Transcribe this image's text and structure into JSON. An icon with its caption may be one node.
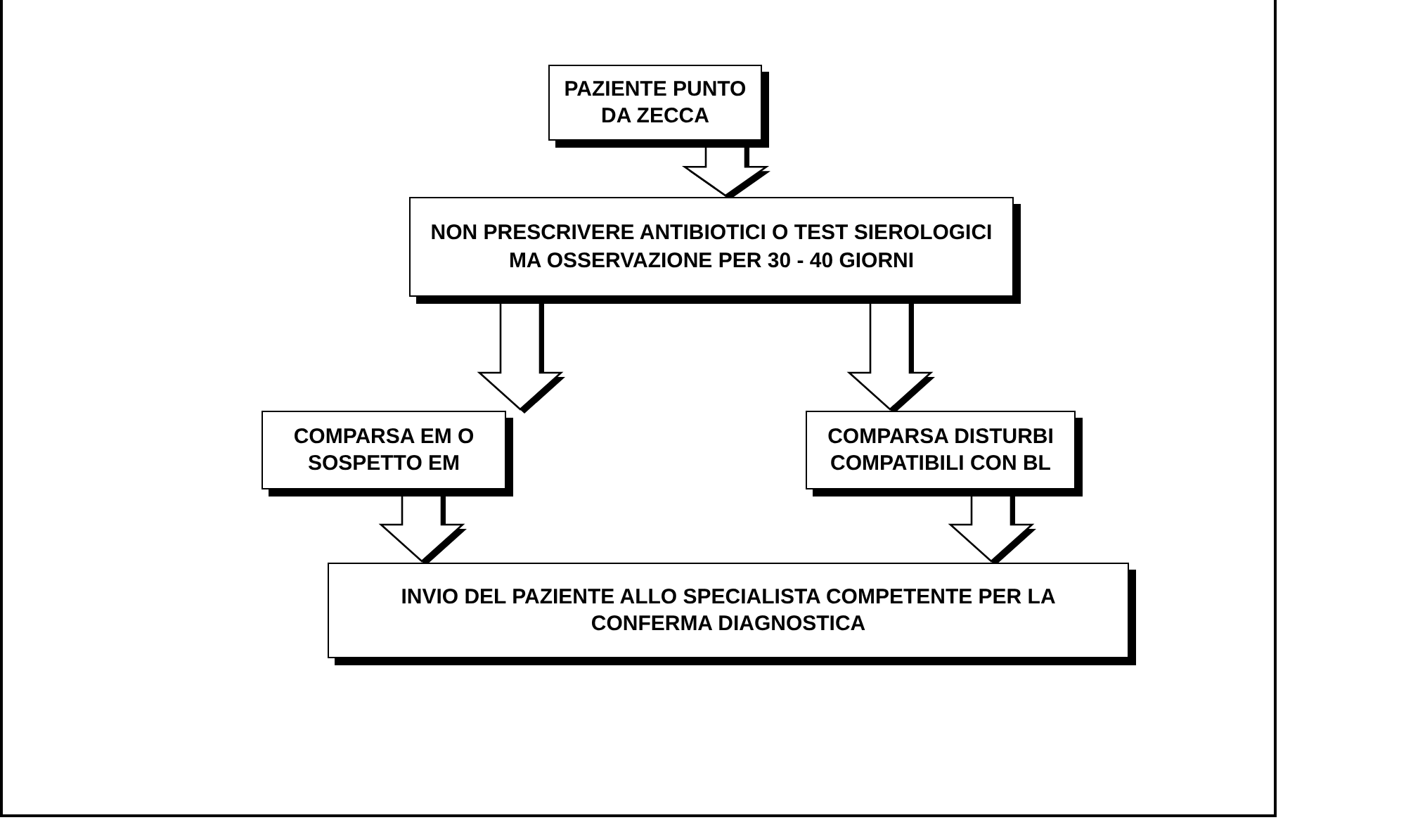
{
  "diagram": {
    "nodes": [
      {
        "text": [
          "PAZIENTE PUNTO DA ZECCA"
        ]
      },
      {
        "text": [
          "NON PRESCRIVERE ANTIBIOTICI O TEST SIEROLOGICI MA OSSERVAZIONE PER 30 - 40 GIORNI"
        ]
      },
      {
        "text": [
          "COMPARSA EM O SOSPETTO EM"
        ]
      },
      {
        "text": [
          "COMPARSA DISTURBI COMPATIBILI CON BL"
        ]
      },
      {
        "text": [
          "INVIO DEL PAZIENTE ALLO SPECIALISTA COMPETENTE PER LA CONFERMA DIAGNOSTICA"
        ]
      }
    ],
    "edges": [
      {
        "from": 0,
        "to": 1,
        "arrow": "to"
      },
      {
        "from": 1,
        "to": 2,
        "arrow": "to"
      },
      {
        "from": 1,
        "to": 3,
        "arrow": "to"
      },
      {
        "from": 2,
        "to": 4,
        "arrow": "to"
      },
      {
        "from": 3,
        "to": 4,
        "arrow": "to"
      }
    ]
  }
}
